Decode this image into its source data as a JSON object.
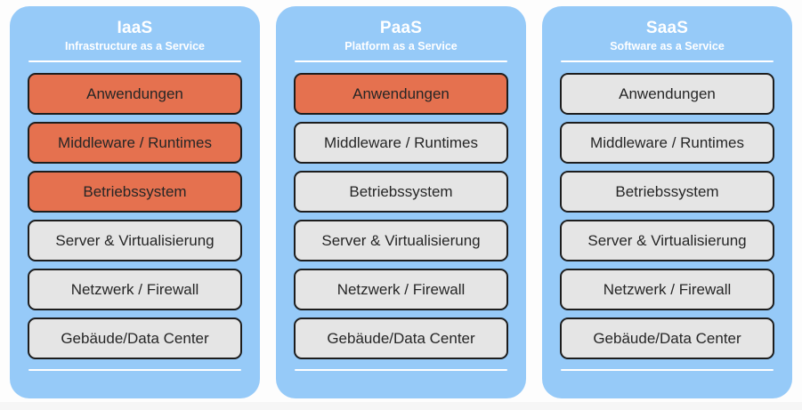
{
  "colors": {
    "card_background": "#96caf8",
    "layer_default": "#e5e5e5",
    "layer_highlight": "#e5714f",
    "layer_border": "#1d1d1d",
    "header_text": "#ffffff",
    "page_background": "#fdfdfd"
  },
  "layer_names": [
    "Anwendungen",
    "Middleware / Runtimes",
    "Betriebssystem",
    "Server & Virtualisierung",
    "Netzwerk / Firewall",
    "Gebäude/Data Center"
  ],
  "cards": [
    {
      "title": "IaaS",
      "subtitle": "Infrastructure as a Service",
      "layers": [
        {
          "label": "Anwendungen",
          "highlighted": true
        },
        {
          "label": "Middleware / Runtimes",
          "highlighted": true
        },
        {
          "label": "Betriebssystem",
          "highlighted": true
        },
        {
          "label": "Server & Virtualisierung",
          "highlighted": false
        },
        {
          "label": "Netzwerk / Firewall",
          "highlighted": false
        },
        {
          "label": "Gebäude/Data Center",
          "highlighted": false
        }
      ]
    },
    {
      "title": "PaaS",
      "subtitle": "Platform as a Service",
      "layers": [
        {
          "label": "Anwendungen",
          "highlighted": true
        },
        {
          "label": "Middleware / Runtimes",
          "highlighted": false
        },
        {
          "label": "Betriebssystem",
          "highlighted": false
        },
        {
          "label": "Server & Virtualisierung",
          "highlighted": false
        },
        {
          "label": "Netzwerk / Firewall",
          "highlighted": false
        },
        {
          "label": "Gebäude/Data Center",
          "highlighted": false
        }
      ]
    },
    {
      "title": "SaaS",
      "subtitle": "Software as a Service",
      "layers": [
        {
          "label": "Anwendungen",
          "highlighted": false
        },
        {
          "label": "Middleware / Runtimes",
          "highlighted": false
        },
        {
          "label": "Betriebssystem",
          "highlighted": false
        },
        {
          "label": "Server & Virtualisierung",
          "highlighted": false
        },
        {
          "label": "Netzwerk / Firewall",
          "highlighted": false
        },
        {
          "label": "Gebäude/Data Center",
          "highlighted": false
        }
      ]
    }
  ]
}
